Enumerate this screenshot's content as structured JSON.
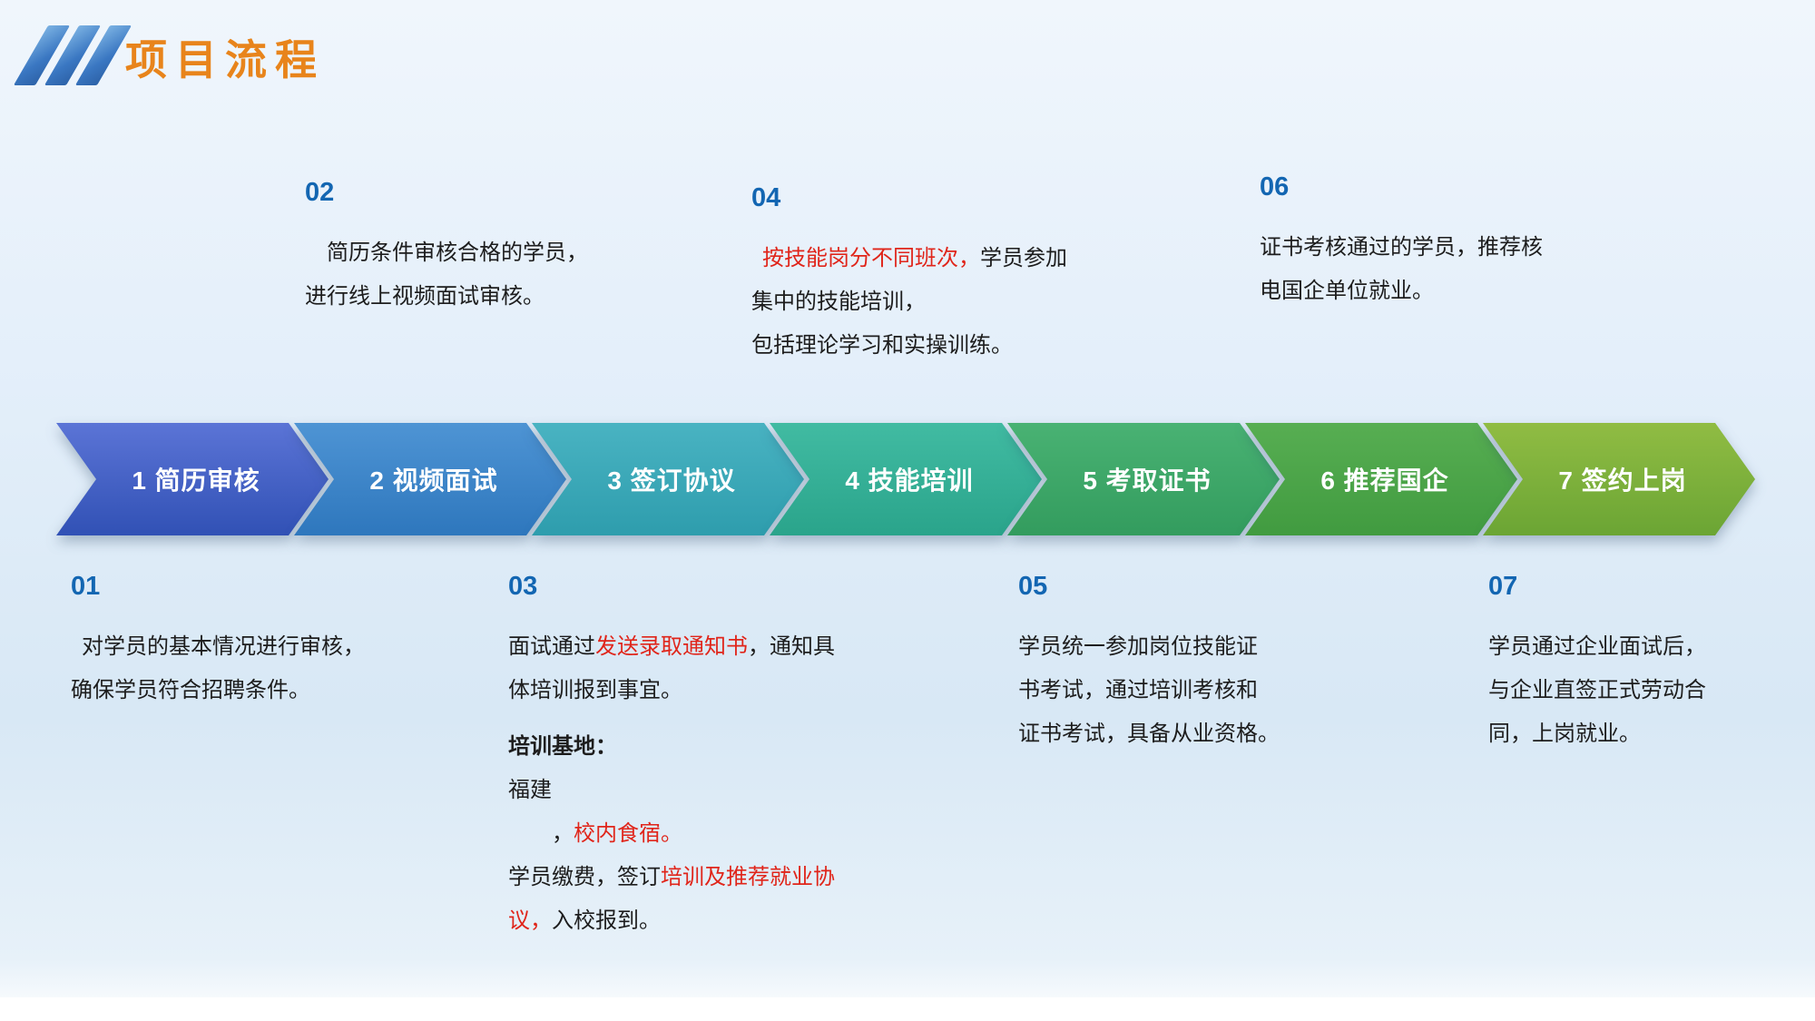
{
  "title": "项目流程",
  "colors": {
    "title_orange": "#e8841b",
    "step_number_blue": "#1366b2",
    "highlight_red": "#e0251a"
  },
  "arrows": [
    {
      "label": "1 简历审核",
      "top": "#5b74d6",
      "bottom": "#3151b5"
    },
    {
      "label": "2 视频面试",
      "top": "#4e94d4",
      "bottom": "#2e77bd"
    },
    {
      "label": "3 签订协议",
      "top": "#49b3c2",
      "bottom": "#2e9dad"
    },
    {
      "label": "4 技能培训",
      "top": "#41bba2",
      "bottom": "#2aa48b"
    },
    {
      "label": "5 考取证书",
      "top": "#49b273",
      "bottom": "#339c5e"
    },
    {
      "label": "6 推荐国企",
      "top": "#57ae52",
      "bottom": "#419b40"
    },
    {
      "label": "7 签约上岗",
      "top": "#90bc43",
      "bottom": "#6ba534"
    }
  ],
  "steps": {
    "s01": {
      "num": "01",
      "l1": "对学员的基本情况进行审核，",
      "l2": "确保学员符合招聘条件。"
    },
    "s02": {
      "num": "02",
      "l1": "简历条件审核合格的学员，",
      "l2": "进行线上视频面试审核。"
    },
    "s03": {
      "num": "03",
      "l1a": "面试通过",
      "l1b": "发送录取通知书",
      "l1c": "，通知具",
      "l2": "体培训报到事宜。",
      "l3": "培训基地：",
      "l4": "福建",
      "l5a": "，",
      "l5b": "校内食宿。",
      "l6a": "学员缴费，签订",
      "l6b": "培训及推荐就业协",
      "l7a": "议，",
      "l7b": "入校报到。"
    },
    "s04": {
      "num": "04",
      "l1a": "按技能岗分不同班次，",
      "l1b": "学员参加",
      "l2": "集中的技能培训，",
      "l3": "包括理论学习和实操训练。"
    },
    "s05": {
      "num": "05",
      "l1": "学员统一参加岗位技能证",
      "l2": "书考试，通过培训考核和",
      "l3": "证书考试，具备从业资格。"
    },
    "s06": {
      "num": "06",
      "l1": "证书考核通过的学员，推荐核",
      "l2": "电国企单位就业。"
    },
    "s07": {
      "num": "07",
      "l1": "学员通过企业面试后，",
      "l2": "与企业直签正式劳动合",
      "l3": "同，上岗就业。"
    }
  }
}
